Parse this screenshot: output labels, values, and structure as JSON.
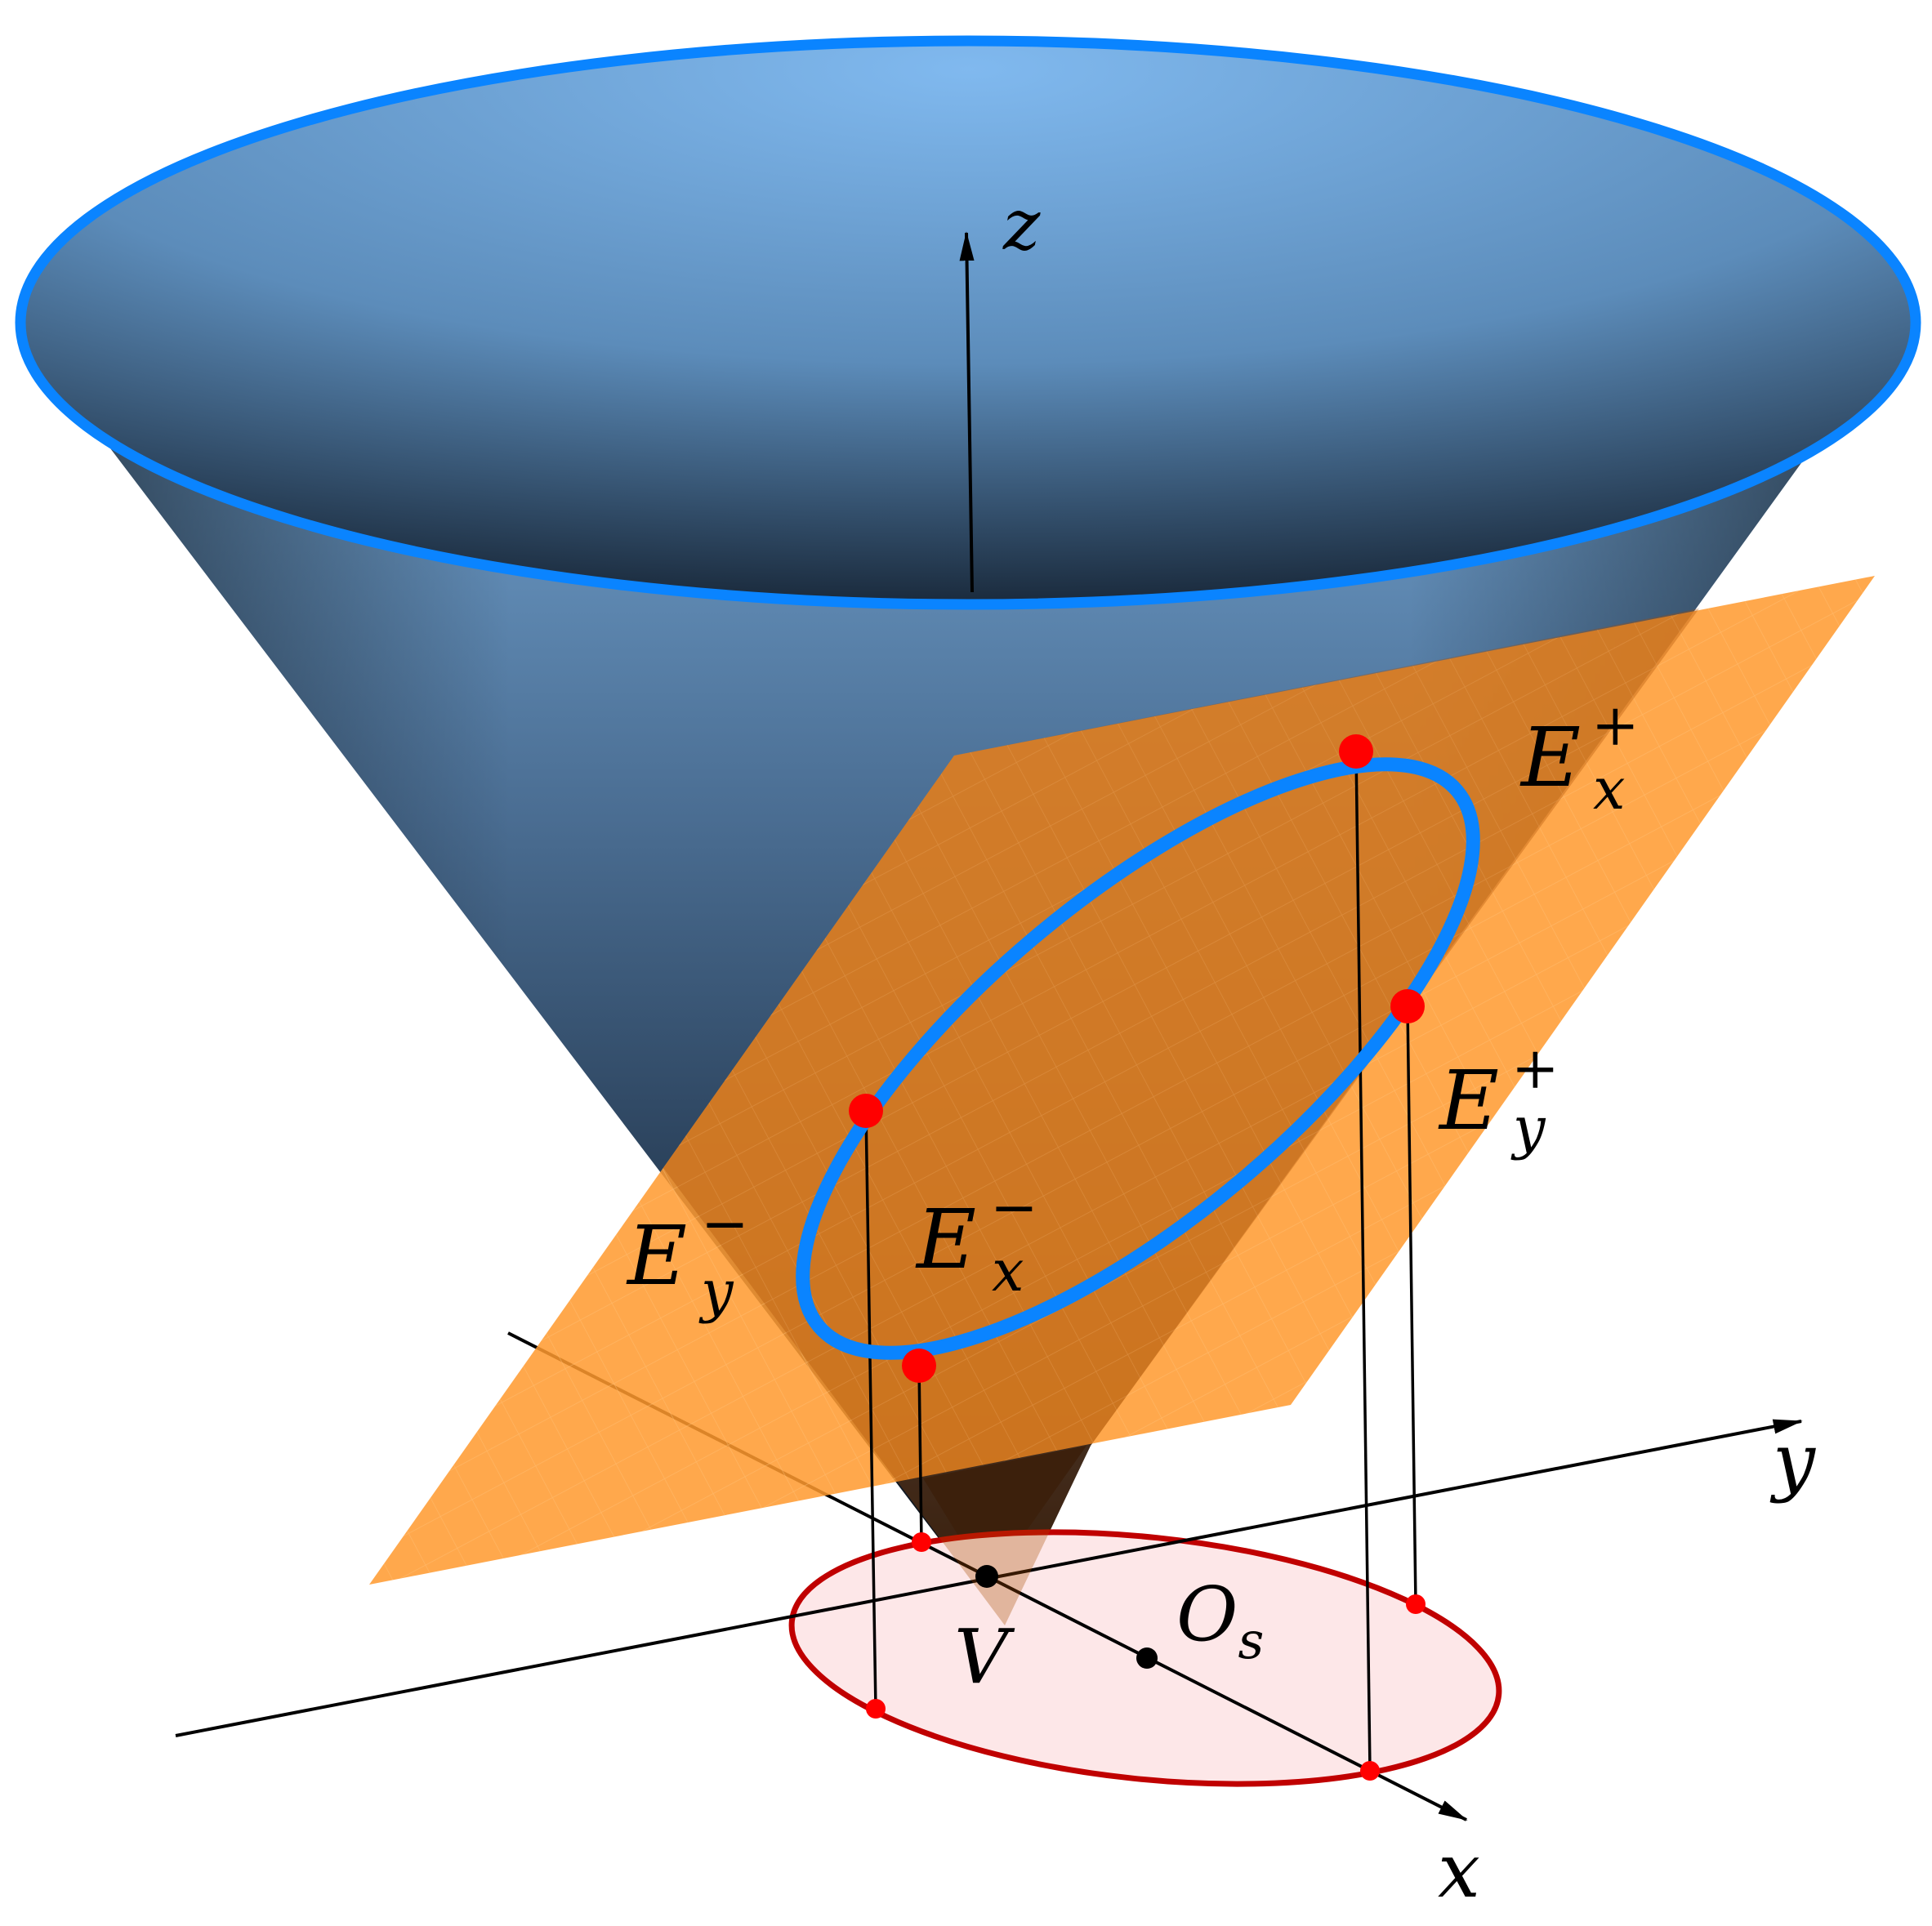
{
  "diagram": {
    "labels": {
      "z_axis": "z",
      "y_axis": "y",
      "x_axis": "x",
      "vertex": "V",
      "ellipse_center": "O",
      "ellipse_center_sub": "s",
      "ex_plus": "E",
      "ex_plus_sub": "x",
      "ex_plus_sup": "+",
      "ey_plus": "E",
      "ey_plus_sub": "y",
      "ey_plus_sup": "+",
      "ex_minus": "E",
      "ex_minus_sub": "x",
      "ex_minus_sup": "−",
      "ey_minus": "E",
      "ey_minus_sub": "y",
      "ey_minus_sup": "−"
    },
    "colors": {
      "cone_rim": "#0a84ff",
      "cone_light": "#79b7ef",
      "cone_dark": "#05080d",
      "plane": "#ff9a2e",
      "section_curve": "#0a84ff",
      "marked_points": "#ff0000",
      "projection_ellipse": "#c00000",
      "projection_fill": "#fde7e8",
      "axes": "#000000"
    }
  }
}
